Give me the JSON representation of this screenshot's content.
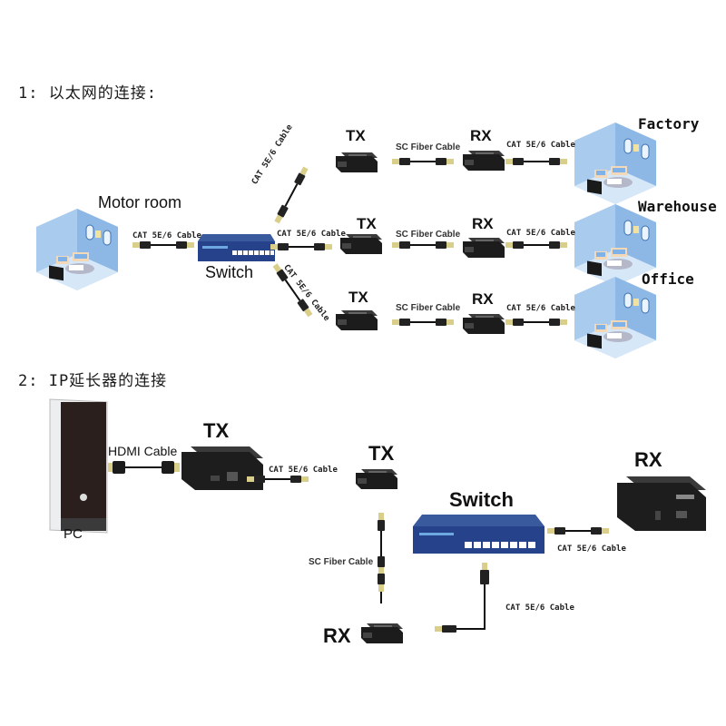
{
  "section1": {
    "title": "1: 以太网的连接:",
    "origin": {
      "label": "Motor room",
      "icon": "room-icon"
    },
    "switch": {
      "label": "Switch",
      "icon": "switch-icon"
    },
    "origin_cable": "CAT 5E/6 Cable",
    "branches": [
      {
        "uplink_cable": "CAT 5E/6 Cable",
        "tx": "TX",
        "fiber_cable": "SC Fiber Cable",
        "rx": "RX",
        "downlink_cable": "CAT 5E/6 Cable",
        "destination": "Factory"
      },
      {
        "uplink_cable": "CAT 5E/6 Cable",
        "tx": "TX",
        "fiber_cable": "SC Fiber Cable",
        "rx": "RX",
        "downlink_cable": "CAT 5E/6 Cable",
        "destination": "Warehouse"
      },
      {
        "uplink_cable": "CAT 5E/6 Cable",
        "tx": "TX",
        "fiber_cable": "SC Fiber Cable",
        "rx": "RX",
        "downlink_cable": "CAT 5E/6 Cable",
        "destination": "Office"
      }
    ]
  },
  "section2": {
    "title": "2: IP延长器的连接",
    "pc": {
      "label": "PC",
      "icon": "pc-tower-icon"
    },
    "hdmi_cable": "HDMI Cable",
    "tx1": "TX",
    "cat_cable_1": "CAT 5E/6 Cable",
    "tx2": "TX",
    "fiber_cable": "SC Fiber Cable",
    "rx1": "RX",
    "switch": "Switch",
    "cat_cable_2": "CAT 5E/6 Cable",
    "cat_cable_3": "CAT 5E/6 Cable",
    "rx2": "RX"
  },
  "colors": {
    "room_wall": "#9cc3ec",
    "room_floor": "#c4dcf5",
    "switch_body": "#2d4a8a",
    "device_body": "#1e1e1e",
    "cable": "#111111",
    "connector_tip": "#d9cf8a"
  }
}
